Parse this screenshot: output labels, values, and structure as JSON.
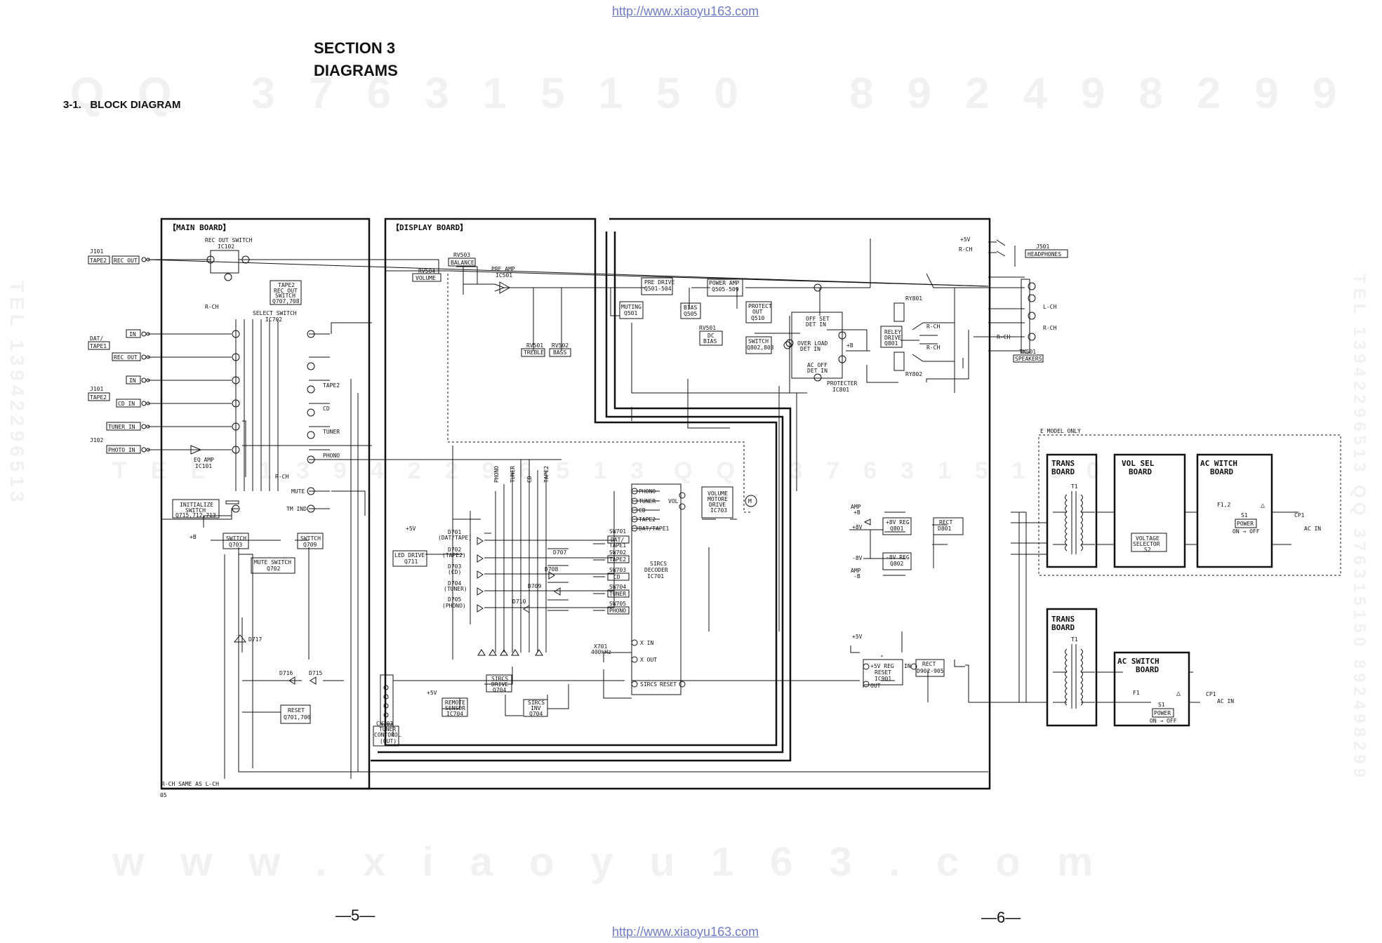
{
  "header": {
    "url_top": "http://www.xiaoyu163.com",
    "url_bottom": "http://www.xiaoyu163.com",
    "section": "SECTION 3",
    "diagrams": "DIAGRAMS",
    "subtitle": "3-1.   BLOCK DIAGRAM",
    "page_left": "—5—",
    "page_right": "—6—"
  },
  "watermarks": {
    "top_left": "QQ 376315150",
    "top_right": "892498299",
    "mid": "TEL 13942296513",
    "mid2": "QQ 376315150",
    "bottom": "www.xiaoyu163.com",
    "left_vertical": "TEL 13942296513",
    "right_vertical": "TEL 13942296513 QQ 376315150 892498299"
  },
  "boards": {
    "main": "【MAIN BOARD】",
    "display": "【DISPLAY BOARD】",
    "e_model": "E MODEL ONLY",
    "trans": "TRANS",
    "vol_sel": "VOL SEL",
    "ac_witch": "AC WITCH",
    "ac_switch": "AC SWITCH",
    "board": "BOARD"
  },
  "inputs": {
    "j101": "J101",
    "tape2": "TAPE2",
    "rec_out": "REC OUT",
    "dat_tape1_a": "DAT/",
    "dat_tape1_b": "TAPE1",
    "in": "IN",
    "cd_in": "CD IN",
    "tuner_in": "TUNER IN",
    "j102": "J102",
    "phono_in": "PHOTO IN"
  },
  "main_parts": {
    "rec_out_switch": "REC OUT SWITCH",
    "ic102": "IC102",
    "tape2_rec": "TAPE2",
    "rec_out": "REC OUT",
    "switch": "SWITCH",
    "q707": "Q707,708",
    "rch": "R-CH",
    "select_switch": "SELECT SWITCH",
    "ic702": "IC702",
    "eq_amp": "EQ AMP",
    "ic101": "IC101",
    "tape2_lbl": "TAPE2",
    "cd_lbl": "CD",
    "tuner_lbl": "TUNER",
    "phono_lbl": "PHONO",
    "mute": "MUTE",
    "tm_ind": "TM IND",
    "initialize": "INITIALIZE",
    "init_switch": "SWITCH",
    "q715": "Q715,712,713",
    "plus_b": "+B",
    "q703": "Q703",
    "q709": "Q709",
    "mute_switch": "MUTE SWITCH",
    "q702": "Q702",
    "d717": "D717",
    "d716": "D716",
    "d715": "D715",
    "reset": "RESET",
    "q701": "Q701,706",
    "rch_same": "R-CH SAME AS L-CH",
    "s05": "05"
  },
  "display_parts": {
    "rv503": "RV503",
    "balance": "BALANCE",
    "rv504": "RV504",
    "volume": "VOLUME",
    "pre_amp": "PRE AMP",
    "ic501": "IC501",
    "rv501": "RV501",
    "treble": "TREBLE",
    "rv502": "RV502",
    "bass": "BASS",
    "plus5v": "+5V",
    "led_drive": "LED DRIVE",
    "q711": "Q711",
    "d701": "D701",
    "d701_l": "(DAT/TAPE)",
    "d702": "D702",
    "d702_l": "(TAPE2)",
    "d703": "D703",
    "d703_l": "(CD)",
    "d704": "D704",
    "d704_l": "(TUNER)",
    "d705": "D705",
    "d705_l": "(PHONO)",
    "d707": "D707",
    "d708": "D708",
    "d709": "D709",
    "d710": "D710",
    "sw701": "SW701",
    "sw701_l": "DAT/",
    "sw701_l2": "TAPE1",
    "sw702": "SW702",
    "sw702_l": "TAPE2",
    "sw703": "SW703",
    "sw703_l": "CD",
    "sw704": "SW704",
    "sw704_l": "TUNER",
    "sw705": "SW705",
    "sw705_l": "PHONO",
    "col_phono": "PHONO",
    "col_tuner": "TUNER",
    "col_cd": "CD",
    "col_tape2": "TAPE2",
    "sircs_pin_phono": "PHONO",
    "sircs_pin_tuner": "TUNER",
    "sircs_pin_cd": "CD",
    "sircs_pin_tape2": "TAPE2",
    "sircs_pin_dat": "DAT/TAPE1",
    "vol": "VOL",
    "volume_motore": "VOLUME",
    "motore": "MOTORE",
    "drive": "DRIVE",
    "ic703": "IC703",
    "motor": "M",
    "sircs_decoder": "SIRCS",
    "decoder": "DECODER",
    "ic701": "IC701",
    "x_in": "X IN",
    "x_out": "X OUT",
    "x701": "X701",
    "x701_f": "400kHz",
    "sircs": "SIRCS",
    "reset": "RESET",
    "sircs_drive": "SIRCS",
    "sircs_drive2": "DRIVE",
    "q704": "Q704",
    "remote": "REMOTE",
    "sensor": "SENSOR",
    "ic704": "IC704",
    "sircs_inv": "SIRCS",
    "inv": "INV",
    "q704b": "Q704",
    "cn703": "CN703",
    "tuner_ctrl": "TUNER",
    "contorol": "CONTOROL",
    "out": "(OUT)"
  },
  "amp_parts": {
    "pre_drive": "PRE DRIVE",
    "q501": "Q501-504",
    "power_amp": "POWER AMP",
    "q505": "Q505-509",
    "muting": "MUTING",
    "q501b": "Q501",
    "bias": "BIAS",
    "q505b": "Q505",
    "rv501b": "RV501",
    "dc_bias": "DC",
    "bias2": "BIAS",
    "protect": "PROTECT",
    "out": "OUT",
    "q510": "Q510",
    "switch": "SWITCH",
    "q802": "Q802,803",
    "offset": "OFF SET",
    "det_in": "DET IN",
    "overload": "OVER LOAD",
    "det_in2": "DET IN",
    "ac_off": "AC OFF",
    "det_in3": "DET IN",
    "protecter": "PROTECTER",
    "ic801": "IC801",
    "plus_b": "+B",
    "rly801": "RY801",
    "rly802": "RY802",
    "relay": "RELEY",
    "drive": "DRIVE",
    "q801": "Q801",
    "rch": "R-CH",
    "rch2": "R-CH",
    "plus5v": "+5V",
    "rch_hp": "R-CH",
    "j501": "J501",
    "headphones": "HEADPHONES",
    "lch": "L-CH",
    "rch_sp": "R-CH",
    "rch_sp2": "R-CH",
    "tm501": "TM501",
    "speakers": "SPEAKERS"
  },
  "power_parts": {
    "amp_plus_b": "AMP",
    "plus_b": "+B",
    "plus8v": "+8V",
    "plus8v_reg": "+8V REG",
    "q801": "Q801",
    "rect": "RECT",
    "d801": "D801",
    "minus8v_reg": "-8V REG",
    "q802": "Q802",
    "minus8v": "-8V",
    "amp_minus_b": "AMP",
    "minus_b": "-B",
    "plus5v": "+5V",
    "plus5v_reg": "+5V REG",
    "reset2": "RESET",
    "ic901": "IC901",
    "in": "IN",
    "out": "OUT",
    "rect2": "RECT",
    "d902": "D902-905",
    "t1": "T1",
    "voltage": "VOLTAGE",
    "selector": "SELECTOR",
    "s2": "S2",
    "f1_2": "F1,2",
    "f1": "F1",
    "s1": "S1",
    "power": "POWER",
    "on_off": "ON → OFF",
    "cp1": "CP1",
    "acin": "AC IN",
    "delta": "△"
  }
}
